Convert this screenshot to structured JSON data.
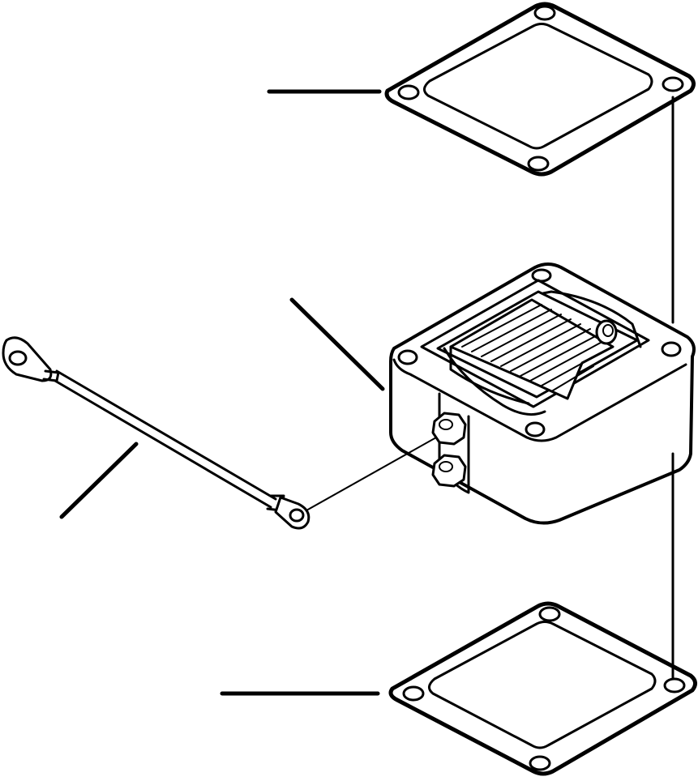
{
  "diagram": {
    "parts": [
      {
        "id": "upper-gasket",
        "icon": "gasket-icon"
      },
      {
        "id": "heater-body",
        "icon": "intake-heater-icon"
      },
      {
        "id": "ground-strap",
        "icon": "cable-icon"
      },
      {
        "id": "lower-gasket",
        "icon": "gasket-icon"
      }
    ],
    "colors": {
      "ink": "#000000",
      "paper": "#ffffff"
    }
  }
}
